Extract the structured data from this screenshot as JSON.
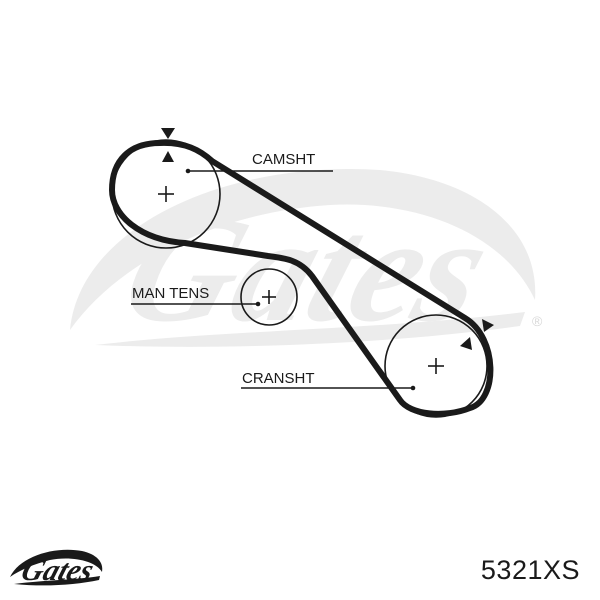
{
  "labels": {
    "camshaft": "CAMSHT",
    "tensioner": "MAN TENS",
    "crankshaft": "CRANSHT"
  },
  "brand": {
    "logo_text": "Gates",
    "registered_mark": "®"
  },
  "part_number": "5321XS",
  "colors": {
    "line": "#1a1a1a",
    "watermark": "#ececec",
    "background": "#ffffff"
  }
}
